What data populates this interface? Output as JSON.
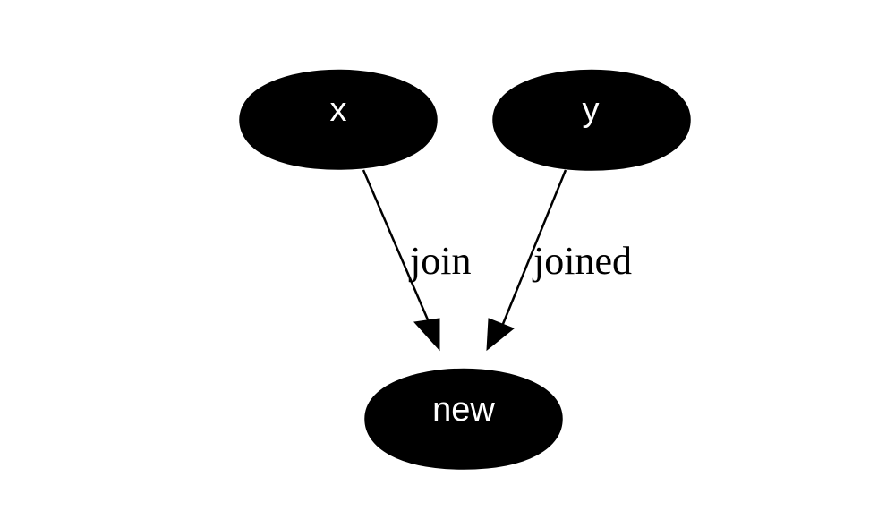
{
  "graph": {
    "nodes": [
      {
        "id": "x",
        "label": "x"
      },
      {
        "id": "y",
        "label": "y"
      },
      {
        "id": "new",
        "label": "new"
      }
    ],
    "edges": [
      {
        "from": "x",
        "to": "new",
        "label": "join"
      },
      {
        "from": "y",
        "to": "new",
        "label": "joined"
      }
    ],
    "colors": {
      "node_fill": "#000000",
      "node_text": "#ffffff",
      "edge": "#000000",
      "background": "#ffffff"
    }
  }
}
